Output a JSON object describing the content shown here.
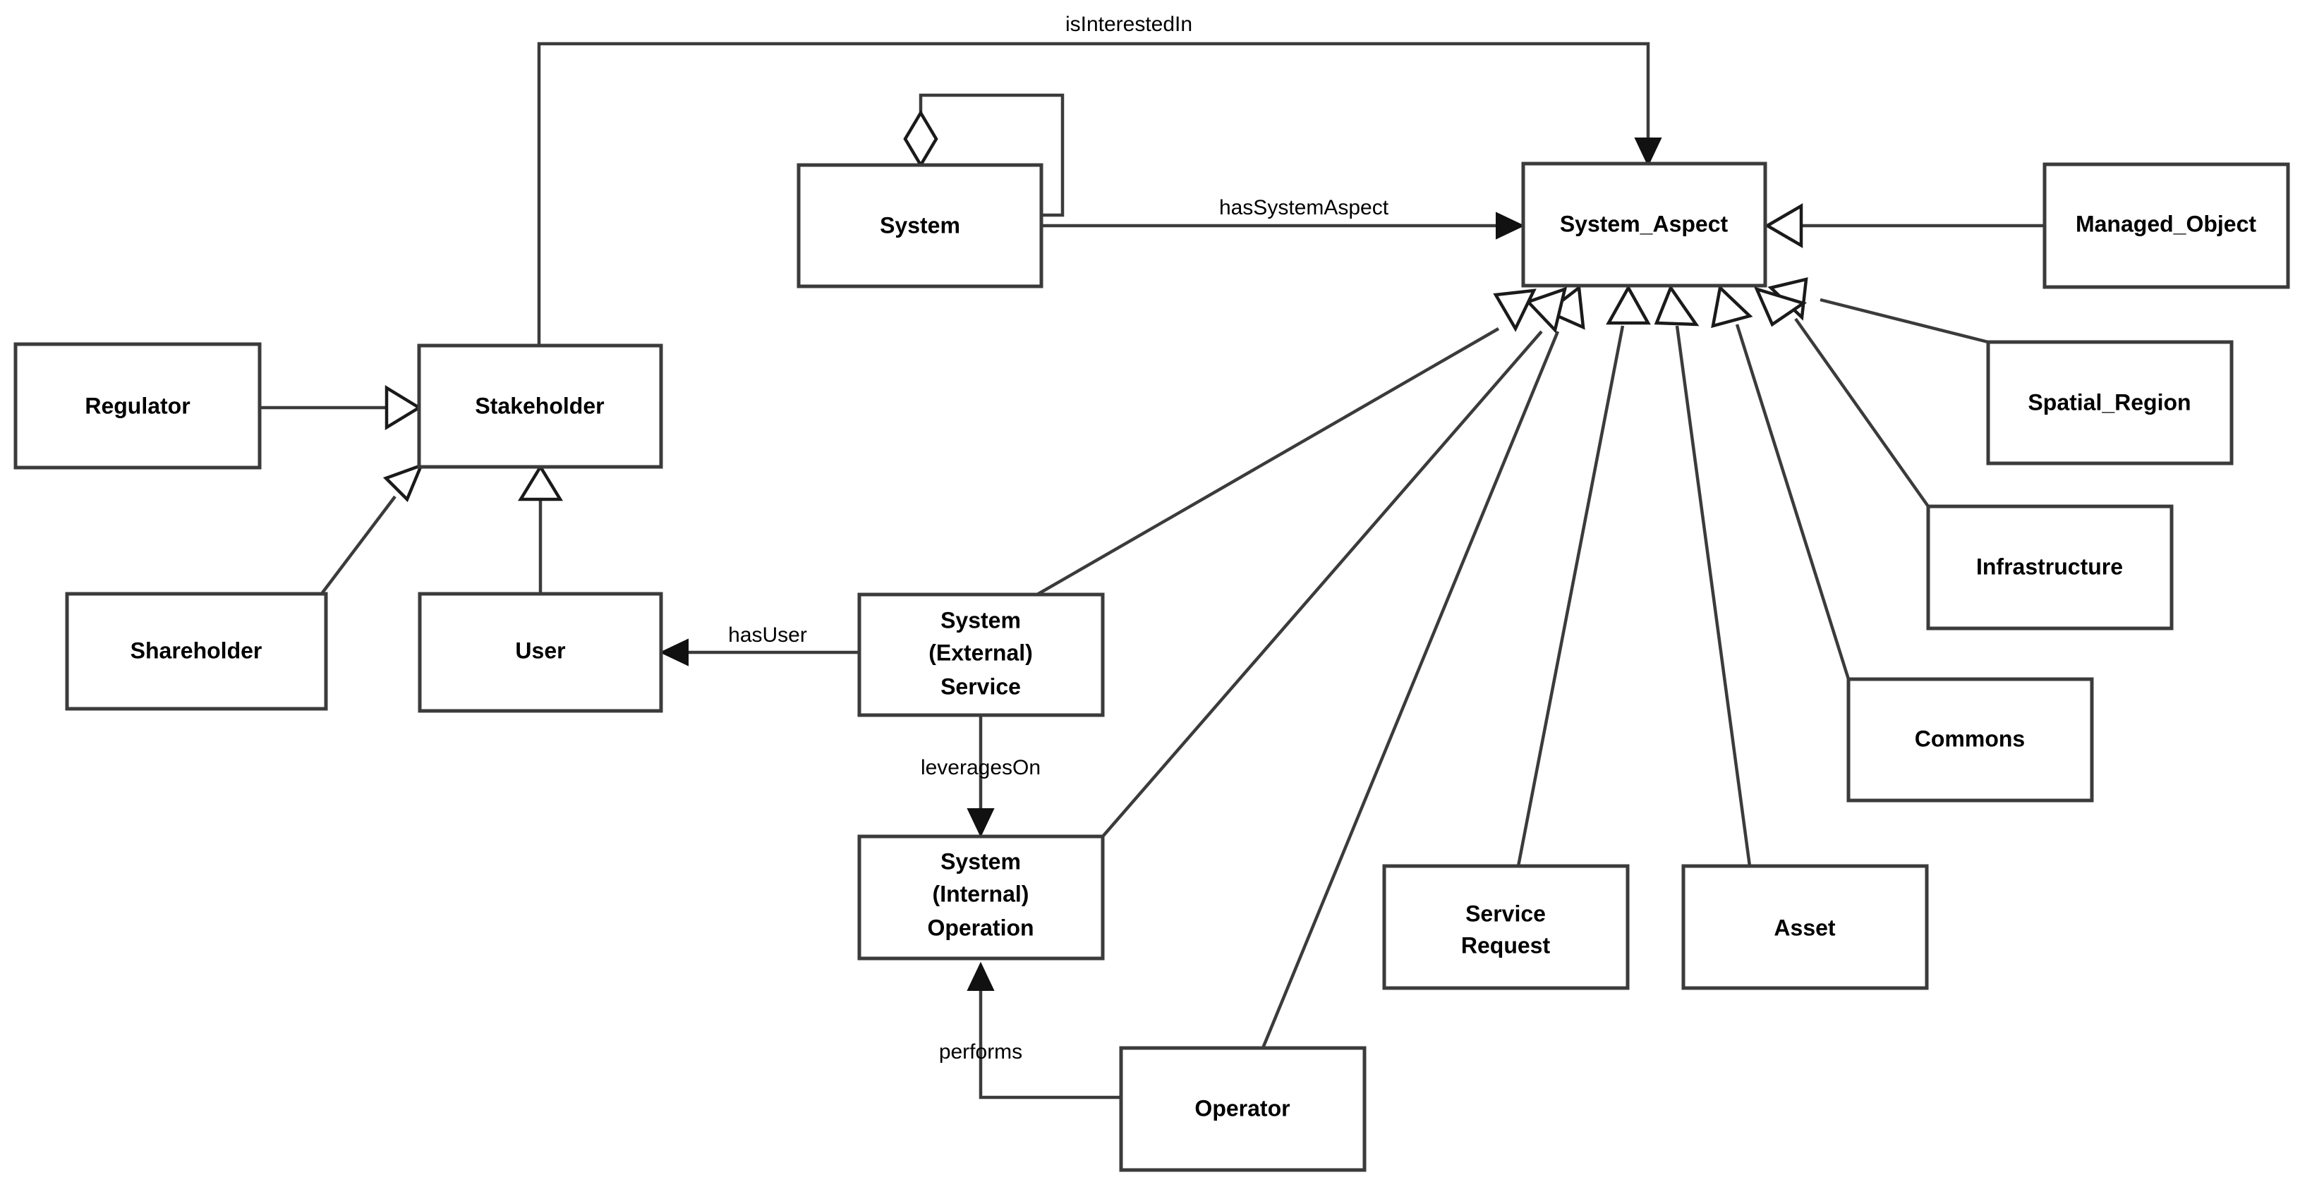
{
  "diagram": {
    "title": "System Aspect Ontology Class Diagram",
    "type": "uml-class-diagram",
    "background_color": "#ffffff",
    "stroke_color": "#3b3b3b",
    "text_color": "#000000"
  },
  "nodes": {
    "regulator": {
      "label": "Regulator"
    },
    "stakeholder": {
      "label": "Stakeholder"
    },
    "shareholder": {
      "label": "Shareholder"
    },
    "user": {
      "label": "User"
    },
    "system": {
      "label": "System"
    },
    "system_aspect": {
      "label": "System_Aspect"
    },
    "managed_object": {
      "label": "Managed_Object"
    },
    "spatial_region": {
      "label": "Spatial_Region"
    },
    "infrastructure": {
      "label": "Infrastructure"
    },
    "commons": {
      "label": "Commons"
    },
    "service_request": {
      "label_line1": "Service",
      "label_line2": "Request"
    },
    "asset": {
      "label": "Asset"
    },
    "system_external_service": {
      "label_line1": "System",
      "label_line2": "(External)",
      "label_line3": "Service"
    },
    "system_internal_operation": {
      "label_line1": "System",
      "label_line2": "(Internal)",
      "label_line3": "Operation"
    },
    "operator": {
      "label": "Operator"
    }
  },
  "edge_labels": {
    "is_interested_in": "isInterestedIn",
    "has_system_aspect": "hasSystemAspect",
    "has_user": "hasUser",
    "leverages_on": "leveragesOn",
    "performs": "performs"
  },
  "relationships": [
    {
      "from": "Regulator",
      "to": "Stakeholder",
      "kind": "generalization",
      "label": ""
    },
    {
      "from": "Shareholder",
      "to": "Stakeholder",
      "kind": "generalization",
      "label": ""
    },
    {
      "from": "User",
      "to": "Stakeholder",
      "kind": "generalization",
      "label": ""
    },
    {
      "from": "Stakeholder",
      "to": "System_Aspect",
      "kind": "association",
      "label": "isInterestedIn"
    },
    {
      "from": "System",
      "to": "System",
      "kind": "aggregation",
      "label": ""
    },
    {
      "from": "System",
      "to": "System_Aspect",
      "kind": "association",
      "label": "hasSystemAspect"
    },
    {
      "from": "Managed_Object",
      "to": "System_Aspect",
      "kind": "generalization",
      "label": ""
    },
    {
      "from": "Spatial_Region",
      "to": "System_Aspect",
      "kind": "generalization",
      "label": ""
    },
    {
      "from": "Infrastructure",
      "to": "System_Aspect",
      "kind": "generalization",
      "label": ""
    },
    {
      "from": "Commons",
      "to": "System_Aspect",
      "kind": "generalization",
      "label": ""
    },
    {
      "from": "Asset",
      "to": "System_Aspect",
      "kind": "generalization",
      "label": ""
    },
    {
      "from": "Service Request",
      "to": "System_Aspect",
      "kind": "generalization",
      "label": ""
    },
    {
      "from": "Operator",
      "to": "System_Aspect",
      "kind": "generalization",
      "label": ""
    },
    {
      "from": "System (Internal) Operation",
      "to": "System_Aspect",
      "kind": "generalization",
      "label": ""
    },
    {
      "from": "System (External) Service",
      "to": "System_Aspect",
      "kind": "generalization",
      "label": ""
    },
    {
      "from": "System (External) Service",
      "to": "User",
      "kind": "association",
      "label": "hasUser"
    },
    {
      "from": "System (External) Service",
      "to": "System (Internal) Operation",
      "kind": "association",
      "label": "leveragesOn"
    },
    {
      "from": "Operator",
      "to": "System (Internal) Operation",
      "kind": "association",
      "label": "performs"
    }
  ]
}
